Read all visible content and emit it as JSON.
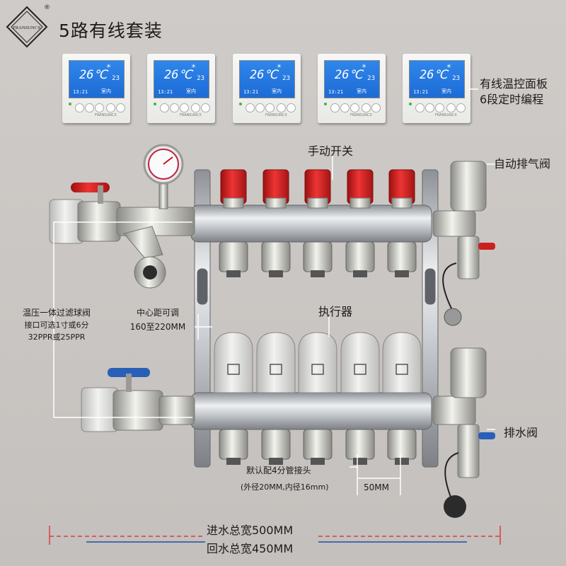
{
  "brand": {
    "name": "FRANSUNCX",
    "registered": "®"
  },
  "title": "5路有线套装",
  "thermostat": {
    "temp": "26℃",
    "set": "23",
    "clock": "13:21",
    "mode": "室内",
    "maker": "FRANSUNCX",
    "count": 5
  },
  "labels": {
    "panel_line1": "有线温控面板",
    "panel_line2": "6段定时编程",
    "manual_switch": "手动开关",
    "auto_vent": "自动排气阀",
    "filter_line1": "温压一体过滤球阀",
    "filter_line2": "接口可选1寸或6分",
    "filter_line3": "32PPR或25PPR",
    "center_dist_1": "中心距可调",
    "center_dist_2": "160至220MM",
    "actuator": "执行器",
    "drain": "排水阀",
    "fitting_1": "默认配4分管接头",
    "fitting_2": "(外径20MM,内径16mm)",
    "spacing": "50MM",
    "inlet_width": "进水总宽500MM",
    "return_width": "回水总宽450MM"
  },
  "colors": {
    "handle_red": "#d61f1f",
    "handle_blue": "#2a5fb8",
    "screen_blue": "#2a7fe6",
    "steel": "#c9ccd0"
  }
}
